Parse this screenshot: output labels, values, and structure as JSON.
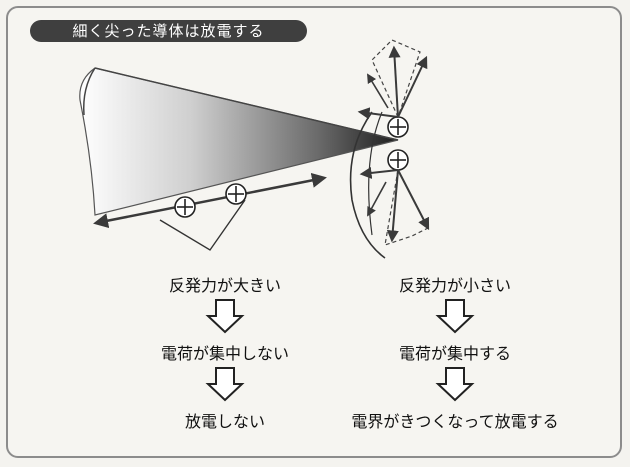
{
  "title": "細く尖った導体は放電する",
  "left_column": {
    "step1": "反発力が大きい",
    "step2": "電荷が集中しない",
    "step3": "放電しない"
  },
  "right_column": {
    "step1": "反発力が小さい",
    "step2": "電荷が集中する",
    "step3": "電界がきつくなって放電する"
  },
  "charge_symbol": "⊕",
  "colors": {
    "title_bg": "#3f3f3f",
    "line": "#3a3a3a"
  }
}
